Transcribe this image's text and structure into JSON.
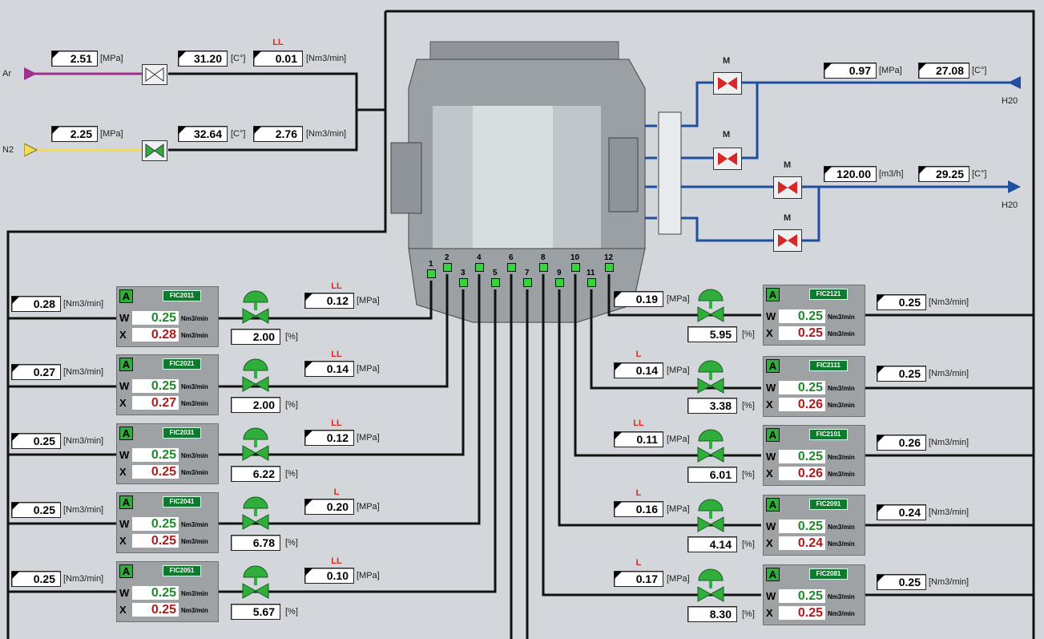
{
  "inlets": {
    "ar": {
      "label": "Ar",
      "pressure": "2.51",
      "pressure_unit": "[MPa]",
      "temp": "31.20",
      "temp_unit": "[C°]",
      "flow": "0.01",
      "flow_unit": "[Nm3/min]",
      "alarm": "LL"
    },
    "n2": {
      "label": "N2",
      "pressure": "2.25",
      "pressure_unit": "[MPa]",
      "temp": "32.64",
      "temp_unit": "[C°]",
      "flow": "2.76",
      "flow_unit": "[Nm3/min]"
    }
  },
  "water": {
    "valve_label": "M",
    "top": {
      "pressure": "0.97",
      "pressure_unit": "[MPa]",
      "temp": "27.08",
      "temp_unit": "[C°]",
      "label": "H20"
    },
    "bottom": {
      "flow": "120.00",
      "flow_unit": "[m3/h]",
      "temp": "29.25",
      "temp_unit": "[C°]",
      "label": "H20"
    }
  },
  "nodes": [
    "1",
    "2",
    "3",
    "4",
    "5",
    "6",
    "7",
    "8",
    "9",
    "10",
    "11",
    "12"
  ],
  "left_loops": [
    {
      "flow": "0.28",
      "flow_unit": "[Nm3/min]",
      "tag": "FIC2011",
      "mode": "A",
      "w": "0.25",
      "x": "0.28",
      "ru": "Nm3/min",
      "valve": "2.00",
      "valve_unit": "[%]",
      "pressure": "0.12",
      "pressure_unit": "[MPa]",
      "alarm": "LL"
    },
    {
      "flow": "0.27",
      "flow_unit": "[Nm3/min]",
      "tag": "FIC2021",
      "mode": "A",
      "w": "0.25",
      "x": "0.27",
      "ru": "Nm3/min",
      "valve": "2.00",
      "valve_unit": "[%]",
      "pressure": "0.14",
      "pressure_unit": "[MPa]",
      "alarm": "LL"
    },
    {
      "flow": "0.25",
      "flow_unit": "[Nm3/min]",
      "tag": "FIC2031",
      "mode": "A",
      "w": "0.25",
      "x": "0.25",
      "ru": "Nm3/min",
      "valve": "6.22",
      "valve_unit": "[%]",
      "pressure": "0.12",
      "pressure_unit": "[MPa]",
      "alarm": "LL"
    },
    {
      "flow": "0.25",
      "flow_unit": "[Nm3/min]",
      "tag": "FIC2041",
      "mode": "A",
      "w": "0.25",
      "x": "0.25",
      "ru": "Nm3/min",
      "valve": "6.78",
      "valve_unit": "[%]",
      "pressure": "0.20",
      "pressure_unit": "[MPa]",
      "alarm": "L"
    },
    {
      "flow": "0.25",
      "flow_unit": "[Nm3/min]",
      "tag": "FIC2051",
      "mode": "A",
      "w": "0.25",
      "x": "0.25",
      "ru": "Nm3/min",
      "valve": "5.67",
      "valve_unit": "[%]",
      "pressure": "0.10",
      "pressure_unit": "[MPa]",
      "alarm": "LL"
    }
  ],
  "right_loops": [
    {
      "flow": "0.25",
      "flow_unit": "[Nm3/min]",
      "tag": "FIC2121",
      "mode": "A",
      "w": "0.25",
      "x": "0.25",
      "ru": "Nm3/min",
      "valve": "5.95",
      "valve_unit": "[%]",
      "pressure": "0.19",
      "pressure_unit": "[MPa]",
      "alarm": ""
    },
    {
      "flow": "0.25",
      "flow_unit": "[Nm3/min]",
      "tag": "FIC2111",
      "mode": "A",
      "w": "0.25",
      "x": "0.26",
      "ru": "Nm3/min",
      "valve": "3.38",
      "valve_unit": "[%]",
      "pressure": "0.14",
      "pressure_unit": "[MPa]",
      "alarm": "L"
    },
    {
      "flow": "0.26",
      "flow_unit": "[Nm3/min]",
      "tag": "FIC2101",
      "mode": "A",
      "w": "0.25",
      "x": "0.26",
      "ru": "Nm3/min",
      "valve": "6.01",
      "valve_unit": "[%]",
      "pressure": "0.11",
      "pressure_unit": "[MPa]",
      "alarm": "LL"
    },
    {
      "flow": "0.24",
      "flow_unit": "[Nm3/min]",
      "tag": "FIC2091",
      "mode": "A",
      "w": "0.25",
      "x": "0.24",
      "ru": "Nm3/min",
      "valve": "4.14",
      "valve_unit": "[%]",
      "pressure": "0.16",
      "pressure_unit": "[MPa]",
      "alarm": "L"
    },
    {
      "flow": "0.25",
      "flow_unit": "[Nm3/min]",
      "tag": "FIC2081",
      "mode": "A",
      "w": "0.25",
      "x": "0.25",
      "ru": "Nm3/min",
      "valve": "8.30",
      "valve_unit": "[%]",
      "pressure": "0.17",
      "pressure_unit": "[MPa]",
      "alarm": "L"
    }
  ],
  "colors": {
    "pipe": "#111111",
    "water_pipe": "#1e4fa0",
    "ar_pipe": "#a0308f",
    "n2_pipe": "#f0dc5a",
    "mode_green": "#2fae3c",
    "setpoint_green": "#1f8a2a",
    "measure_red": "#b01a1a",
    "alarm_red": "#e0281d"
  }
}
